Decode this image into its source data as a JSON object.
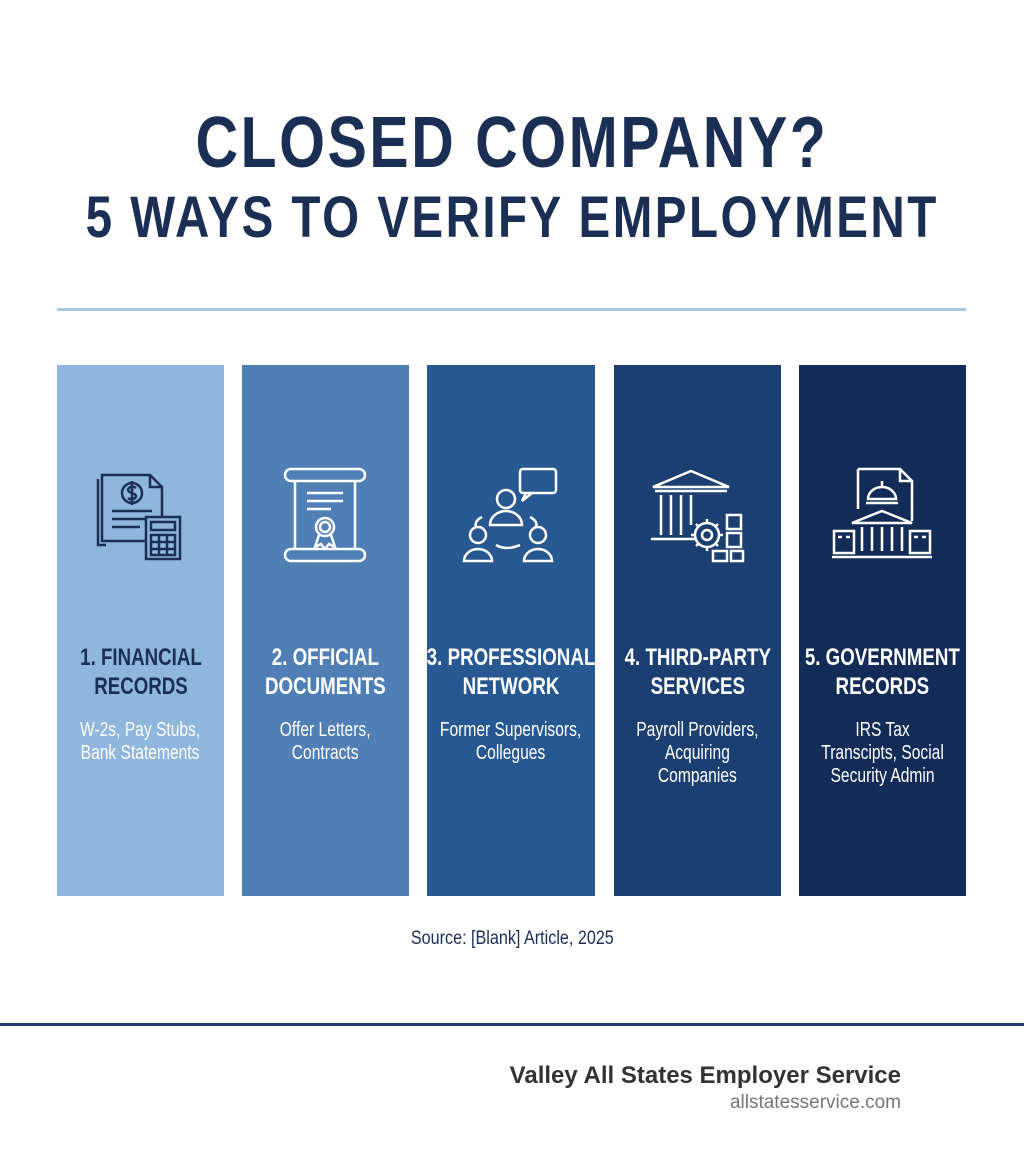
{
  "title": {
    "line1": "CLOSED COMPANY?",
    "line2": "5 WAYS TO VERIFY EMPLOYMENT"
  },
  "columns": [
    {
      "heading": "1. FINANCIAL\nRECORDS",
      "description": "W-2s, Pay Stubs,\nBank Statements",
      "icon": "financial-document-calculator-icon",
      "bg": "#8fb6dd",
      "text_color": "#1b2f55",
      "desc_color": "#ffffff"
    },
    {
      "heading": "2. OFFICIAL\nDOCUMENTS",
      "description": "Offer Letters,\nContracts",
      "icon": "certificate-scroll-icon",
      "bg": "#4f7fb4",
      "text_color": "#ffffff",
      "desc_color": "#ffffff"
    },
    {
      "heading": "3. PROFESSIONAL\nNETWORK",
      "description": "Former Supervisors,\nCollegues",
      "icon": "people-network-icon",
      "bg": "#285891",
      "text_color": "#ffffff",
      "desc_color": "#ffffff"
    },
    {
      "heading": "4. THIRD-PARTY\nSERVICES",
      "description": "Payroll Providers,\nAcquiring\nCompanies",
      "icon": "building-gear-icon",
      "bg": "#1c3f72",
      "text_color": "#ffffff",
      "desc_color": "#ffffff"
    },
    {
      "heading": "5. GOVERNMENT\nRECORDS",
      "description": "IRS Tax\nTranscipts, Social\nSecurity Admin",
      "icon": "government-building-icon",
      "bg": "#132c57",
      "text_color": "#ffffff",
      "desc_color": "#ffffff"
    }
  ],
  "source": "Source: [Blank] Article, 2025",
  "footer": {
    "company": "Valley All States Employer Service",
    "url": "allstatesservice.com"
  }
}
